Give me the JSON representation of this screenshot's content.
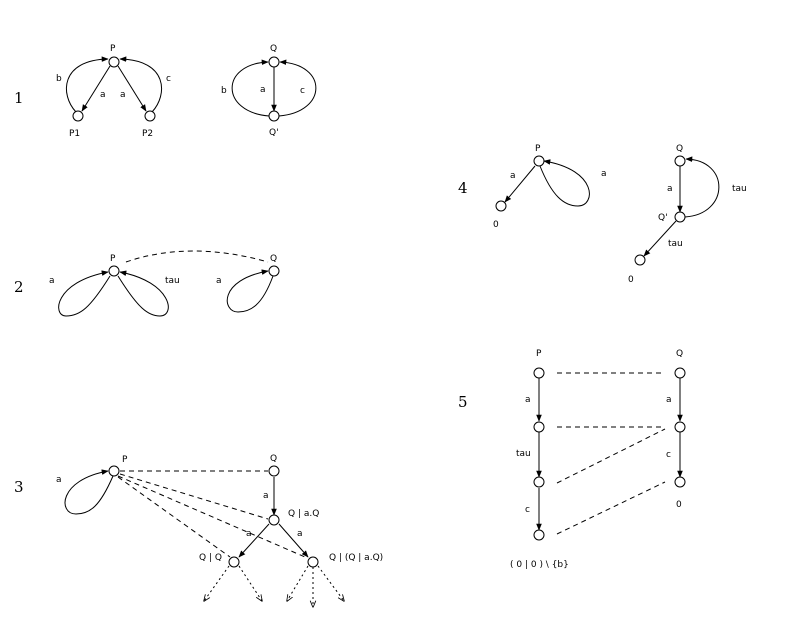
{
  "figures": [
    {
      "number": "1",
      "nodes": [
        "P",
        "P1",
        "P2",
        "Q",
        "Q'"
      ],
      "edge_labels": [
        "b",
        "a",
        "a",
        "c",
        "b",
        "a",
        "c"
      ]
    },
    {
      "number": "2",
      "nodes": [
        "P",
        "Q"
      ],
      "edge_labels": [
        "a",
        "tau",
        "a"
      ]
    },
    {
      "number": "3",
      "nodes": [
        "P",
        "Q",
        "Q | a.Q",
        "Q | Q",
        "Q | (Q | a.Q)"
      ],
      "edge_labels": [
        "a",
        "a",
        "a",
        "a"
      ]
    },
    {
      "number": "4",
      "nodes": [
        "P",
        "0",
        "Q",
        "Q'",
        "0"
      ],
      "edge_labels": [
        "a",
        "a",
        "a",
        "tau",
        "tau"
      ]
    },
    {
      "number": "5",
      "nodes": [
        "P",
        "Q",
        "0",
        "( 0 | 0 ) \\ {b}"
      ],
      "edge_labels": [
        "a",
        "tau",
        "c",
        "a",
        "c"
      ]
    }
  ]
}
